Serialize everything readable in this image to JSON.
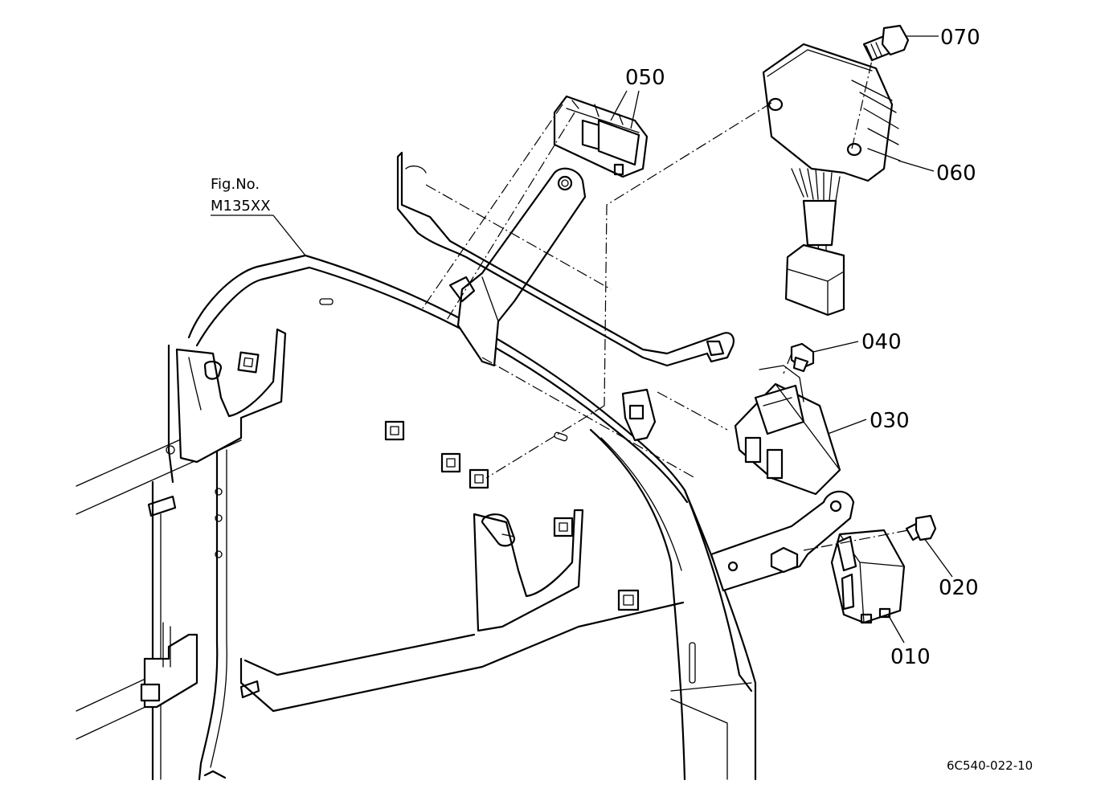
{
  "figure_ref": {
    "line1": "Fig.No.",
    "line2": "M135XX"
  },
  "drawing_code": "6C540-022-10",
  "callouts": [
    {
      "id": "070",
      "label": "070"
    },
    {
      "id": "050",
      "label": "050"
    },
    {
      "id": "060",
      "label": "060"
    },
    {
      "id": "040",
      "label": "040"
    },
    {
      "id": "030",
      "label": "030"
    },
    {
      "id": "020",
      "label": "020"
    },
    {
      "id": "010",
      "label": "010"
    }
  ]
}
